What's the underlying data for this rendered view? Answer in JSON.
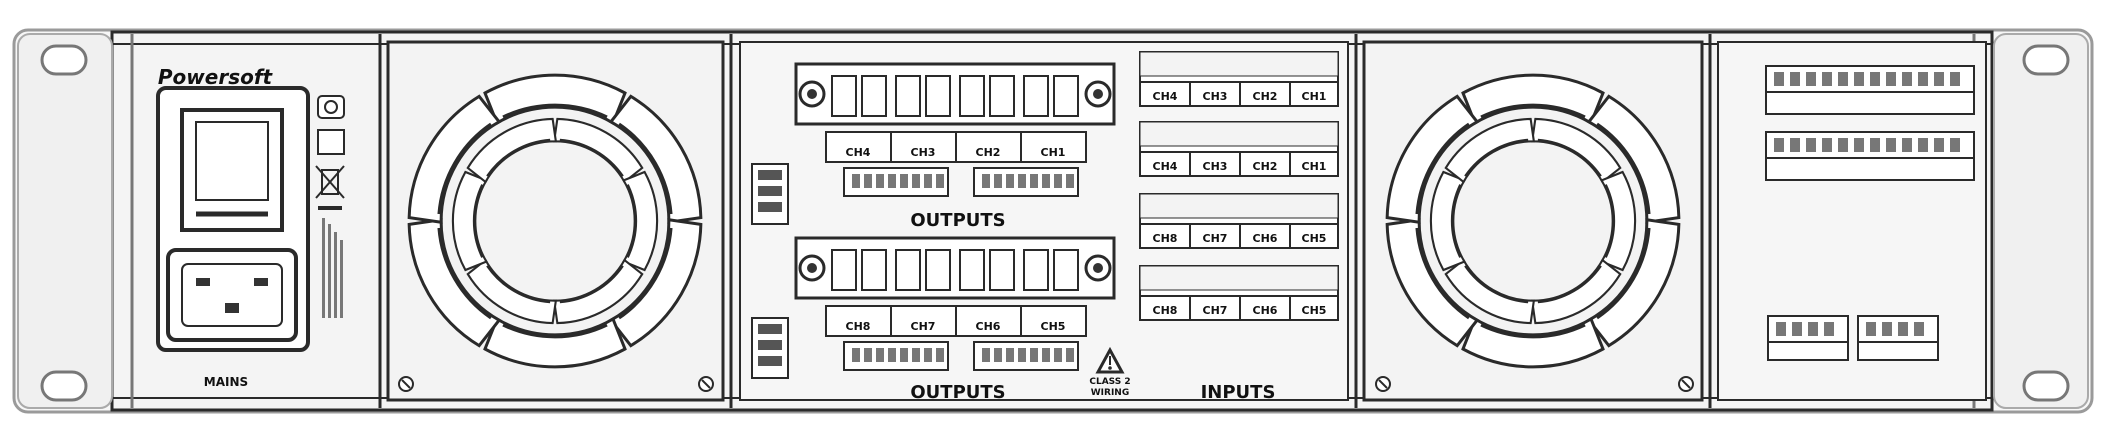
{
  "brand": "Powersoft",
  "labels": {
    "mains": "MAINS",
    "outputs_top": "OUTPUTS",
    "outputs_bottom": "OUTPUTS",
    "inputs": "INPUTS",
    "class2_line1": "CLASS 2",
    "class2_line2": "WIRING"
  },
  "output_groups": {
    "top": [
      "CH4",
      "CH3",
      "CH2",
      "CH1"
    ],
    "bottom": [
      "CH8",
      "CH7",
      "CH6",
      "CH5"
    ]
  },
  "input_groups": [
    [
      "CH4",
      "CH3",
      "CH2",
      "CH1"
    ],
    [
      "CH4",
      "CH3",
      "CH2",
      "CH1"
    ],
    [
      "CH8",
      "CH7",
      "CH6",
      "CH5"
    ],
    [
      "CH8",
      "CH7",
      "CH6",
      "CH5"
    ]
  ],
  "icons": [
    "rack-ear-hole-icon",
    "power-switch-icon",
    "iec-mains-socket-icon",
    "ce-mark-icon",
    "weee-bin-icon",
    "fan-grille-icon",
    "warning-triangle-icon",
    "speakon-terminal-icon",
    "phoenix-connector-icon"
  ],
  "colors": {
    "stroke": "#2a2a2a",
    "panel": "#f2f2f2",
    "fill_light": "#ffffff",
    "fill_dark": "#555555"
  }
}
